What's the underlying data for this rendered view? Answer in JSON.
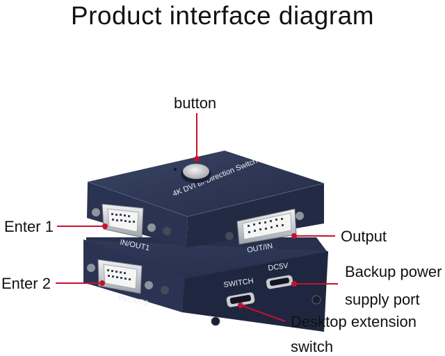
{
  "title": "Product interface diagram",
  "callouts": {
    "button": "button",
    "enter1": "Enter 1",
    "enter2": "Enter 2",
    "output": "Output",
    "backup_power_line1": "Backup power",
    "backup_power_line2": "supply port",
    "desktop_ext_line1": "Desktop extension",
    "desktop_ext_line2": "switch"
  },
  "device_labels": {
    "top_face": "4K DVI Bi-Direction Switch",
    "in_out1": "IN/OUT1",
    "out_in": "OUT/IN",
    "in_out2": "IN/OUT2",
    "switch_port": "SWITCH",
    "dc5v": "DC5V"
  },
  "colors": {
    "leader_line": "#c8102e",
    "device_body": "#2b3553",
    "connector_metal": "#c9ccd2"
  }
}
